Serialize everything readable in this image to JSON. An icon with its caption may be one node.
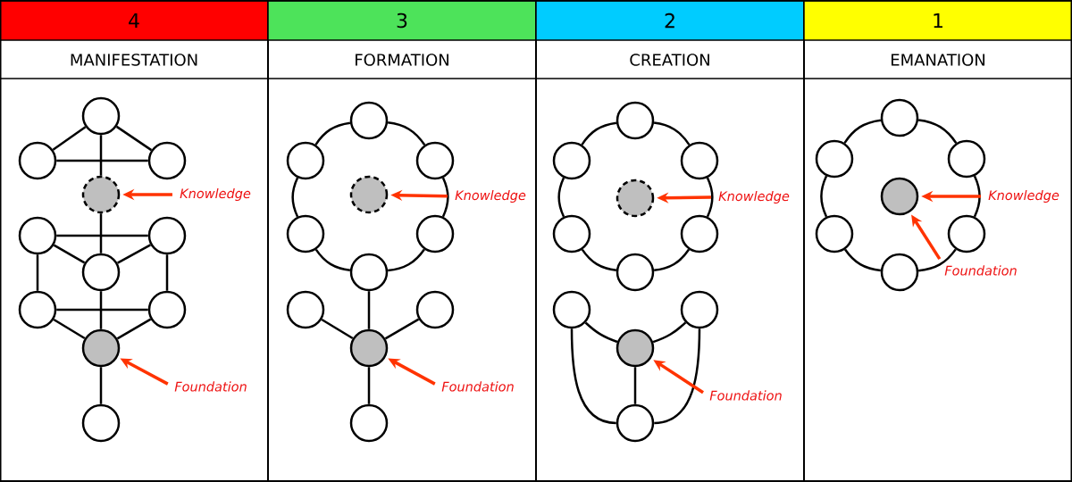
{
  "diagram": {
    "nodes": [
      {
        "text": [
          "4",
          "MANIFESTATION"
        ]
      },
      {
        "text": [],
        "shape": "circle",
        "in": 0
      },
      {
        "text": [],
        "shape": "circle",
        "in": 0
      },
      {
        "text": [],
        "shape": "circle",
        "in": 0
      },
      {
        "text": [],
        "shape": "circle",
        "in": 0
      },
      {
        "text": [],
        "shape": "circle",
        "in": 0
      },
      {
        "text": [],
        "shape": "circle",
        "in": 0
      },
      {
        "text": [],
        "shape": "circle",
        "in": 0
      },
      {
        "text": [],
        "shape": "circle",
        "in": 0
      },
      {
        "text": [],
        "shape": "circle",
        "in": 0
      },
      {
        "text": [],
        "shape": "circle",
        "in": 0
      },
      {
        "text": [],
        "shape": "circle",
        "in": 0
      },
      {
        "text": [
          "Knowledge"
        ],
        "in": 0
      },
      {
        "text": [
          "Foundation"
        ],
        "in": 0
      },
      {
        "text": [
          "3",
          "FORMATION"
        ]
      },
      {
        "text": [],
        "shape": "circle",
        "in": 14
      },
      {
        "text": [],
        "shape": "circle",
        "in": 14
      },
      {
        "text": [],
        "shape": "circle",
        "in": 14
      },
      {
        "text": [],
        "shape": "circle",
        "in": 14
      },
      {
        "text": [],
        "shape": "circle",
        "in": 14
      },
      {
        "text": [],
        "shape": "circle",
        "in": 14
      },
      {
        "text": [],
        "shape": "circle",
        "in": 14
      },
      {
        "text": [],
        "shape": "circle",
        "in": 14
      },
      {
        "text": [],
        "shape": "circle",
        "in": 14
      },
      {
        "text": [],
        "shape": "circle",
        "in": 14
      },
      {
        "text": [],
        "shape": "circle",
        "in": 14
      },
      {
        "text": [
          "Knowledge"
        ],
        "in": 14
      },
      {
        "text": [
          "Foundation"
        ],
        "in": 14
      },
      {
        "text": [
          "2",
          "CREATION"
        ]
      },
      {
        "text": [],
        "shape": "circle",
        "in": 28
      },
      {
        "text": [],
        "shape": "circle",
        "in": 28
      },
      {
        "text": [],
        "shape": "circle",
        "in": 28
      },
      {
        "text": [],
        "shape": "circle",
        "in": 28
      },
      {
        "text": [],
        "shape": "circle",
        "in": 28
      },
      {
        "text": [],
        "shape": "circle",
        "in": 28
      },
      {
        "text": [],
        "shape": "circle",
        "in": 28
      },
      {
        "text": [],
        "shape": "circle",
        "in": 28
      },
      {
        "text": [],
        "shape": "circle",
        "in": 28
      },
      {
        "text": [],
        "shape": "circle",
        "in": 28
      },
      {
        "text": [],
        "shape": "circle",
        "in": 28
      },
      {
        "text": [
          "Knowledge"
        ],
        "in": 28
      },
      {
        "text": [
          "Foundation"
        ],
        "in": 28
      },
      {
        "text": [
          "1",
          "EMANATION"
        ]
      },
      {
        "text": [],
        "shape": "circle",
        "in": 42
      },
      {
        "text": [],
        "shape": "circle",
        "in": 42
      },
      {
        "text": [],
        "shape": "circle",
        "in": 42
      },
      {
        "text": [],
        "shape": "circle",
        "in": 42
      },
      {
        "text": [],
        "shape": "circle",
        "in": 42
      },
      {
        "text": [],
        "shape": "circle",
        "in": 42
      },
      {
        "text": [],
        "shape": "circle",
        "in": 42
      },
      {
        "text": [
          "Knowledge"
        ],
        "in": 42
      },
      {
        "text": [
          "Foundation"
        ],
        "in": 42
      }
    ],
    "edges": [
      {
        "from": 1,
        "to": 2,
        "arrow": "none"
      },
      {
        "from": 1,
        "to": 3,
        "arrow": "none"
      },
      {
        "from": 2,
        "to": 3,
        "arrow": "none"
      },
      {
        "from": 1,
        "to": 4,
        "arrow": "none"
      },
      {
        "from": 4,
        "to": 7,
        "arrow": "none"
      },
      {
        "from": 5,
        "to": 6,
        "arrow": "none"
      },
      {
        "from": 5,
        "to": 7,
        "arrow": "none"
      },
      {
        "from": 6,
        "to": 7,
        "arrow": "none"
      },
      {
        "from": 5,
        "to": 8,
        "arrow": "none"
      },
      {
        "from": 6,
        "to": 9,
        "arrow": "none"
      },
      {
        "from": 7,
        "to": 10,
        "arrow": "none"
      },
      {
        "from": 8,
        "to": 9,
        "arrow": "none"
      },
      {
        "from": 8,
        "to": 10,
        "arrow": "none"
      },
      {
        "from": 9,
        "to": 10,
        "arrow": "none"
      },
      {
        "from": 10,
        "to": 11,
        "arrow": "none"
      },
      {
        "from": 12,
        "to": 4,
        "arrow": "to",
        "color": "#ff3300"
      },
      {
        "from": 13,
        "to": 10,
        "arrow": "to",
        "color": "#ff3300"
      },
      {
        "from": 15,
        "to": 17,
        "arrow": "none"
      },
      {
        "from": 17,
        "to": 20,
        "arrow": "none"
      },
      {
        "from": 20,
        "to": 21,
        "arrow": "none"
      },
      {
        "from": 21,
        "to": 19,
        "arrow": "none"
      },
      {
        "from": 19,
        "to": 16,
        "arrow": "none"
      },
      {
        "from": 16,
        "to": 15,
        "arrow": "none"
      },
      {
        "from": 21,
        "to": 24,
        "arrow": "none"
      },
      {
        "from": 22,
        "to": 24,
        "arrow": "none"
      },
      {
        "from": 23,
        "to": 24,
        "arrow": "none"
      },
      {
        "from": 24,
        "to": 25,
        "arrow": "none"
      },
      {
        "from": 26,
        "to": 18,
        "arrow": "to",
        "color": "#ff3300"
      },
      {
        "from": 27,
        "to": 24,
        "arrow": "to",
        "color": "#ff3300"
      },
      {
        "from": 29,
        "to": 31,
        "arrow": "none"
      },
      {
        "from": 31,
        "to": 34,
        "arrow": "none"
      },
      {
        "from": 34,
        "to": 35,
        "arrow": "none"
      },
      {
        "from": 35,
        "to": 33,
        "arrow": "none"
      },
      {
        "from": 33,
        "to": 30,
        "arrow": "none"
      },
      {
        "from": 30,
        "to": 29,
        "arrow": "none"
      },
      {
        "from": 36,
        "to": 38,
        "arrow": "none"
      },
      {
        "from": 37,
        "to": 38,
        "arrow": "none"
      },
      {
        "from": 38,
        "to": 39,
        "arrow": "none"
      },
      {
        "from": 36,
        "to": 39,
        "arrow": "none"
      },
      {
        "from": 37,
        "to": 39,
        "arrow": "none"
      },
      {
        "from": 40,
        "to": 32,
        "arrow": "to",
        "color": "#ff3300"
      },
      {
        "from": 41,
        "to": 38,
        "arrow": "to",
        "color": "#ff3300"
      },
      {
        "from": 43,
        "to": 45,
        "arrow": "none"
      },
      {
        "from": 45,
        "to": 48,
        "arrow": "none"
      },
      {
        "from": 48,
        "to": 49,
        "arrow": "none"
      },
      {
        "from": 49,
        "to": 47,
        "arrow": "none"
      },
      {
        "from": 47,
        "to": 44,
        "arrow": "none"
      },
      {
        "from": 44,
        "to": 43,
        "arrow": "none"
      },
      {
        "from": 50,
        "to": 46,
        "arrow": "to",
        "color": "#ff3300"
      },
      {
        "from": 51,
        "to": 46,
        "arrow": "to",
        "color": "#ff3300"
      }
    ]
  }
}
